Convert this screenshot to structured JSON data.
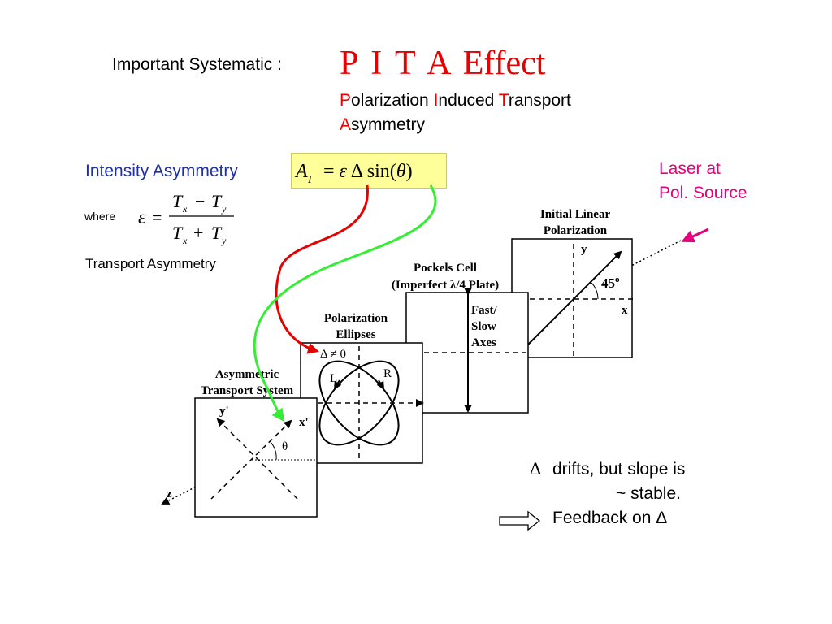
{
  "title": {
    "prefix": "Important  Systematic  :",
    "main": "P I T A    Effect",
    "expansion_line1": [
      {
        "initial": "P",
        "rest": "olarization  "
      },
      {
        "initial": "I",
        "rest": "nduced  "
      },
      {
        "initial": "T",
        "rest": "ransport"
      }
    ],
    "expansion_line2": [
      {
        "initial": "A",
        "rest": "symmetry"
      }
    ]
  },
  "left_panel": {
    "intensity_label": "Intensity  Asymmetry",
    "formula": "A_I = ε Δ sin(θ)",
    "where_label": "where",
    "epsilon_formula": "ε = (Tx − Ty)/(Tx + Ty)",
    "transport_label": "Transport  Asymmetry"
  },
  "laser_label": "Laser  at Pol. Source",
  "boxes": {
    "initial_title_1": "Initial Linear",
    "initial_title_2": "Polarization",
    "initial_y": "y",
    "initial_x": "x",
    "initial_angle": "45",
    "initial_angle_sup": "o",
    "pockels_title_1": "Pockels Cell",
    "pockels_title_2": "(Imperfect λ/4 Plate)",
    "pockels_axes_1": "Fast/",
    "pockels_axes_2": "Slow",
    "pockels_axes_3": "Axes",
    "ellipse_title_1": "Polarization",
    "ellipse_title_2": "Ellipses",
    "ellipse_delta": "Δ ≠ 0",
    "ellipse_L": "L",
    "ellipse_R": "R",
    "transport_title_1": "Asymmetric",
    "transport_title_2": "Transport System",
    "transport_y": "y'",
    "transport_x": "x'",
    "transport_theta": "θ",
    "transport_z": "z"
  },
  "notes": {
    "delta_symbol": "Δ",
    "drift_line1": "drifts,  but  slope is",
    "drift_line2": "~ stable.",
    "feedback": "Feedback  on Δ"
  },
  "colors": {
    "title_red": "#e60000",
    "intensity_blue": "#1f2fa6",
    "laser_pink": "#e6007e",
    "formula_bg": "#ffff99",
    "arrow_red": "#e60000",
    "arrow_green": "#33ee33"
  }
}
